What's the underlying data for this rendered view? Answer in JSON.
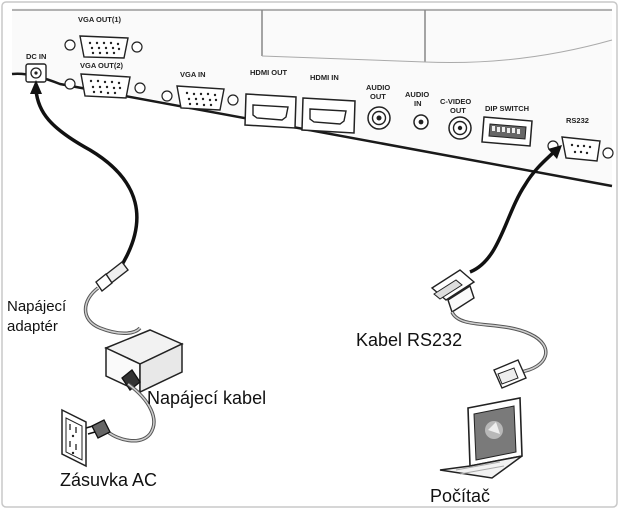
{
  "port_labels": {
    "dc_in": "DC IN",
    "vga_out1": "VGA OUT(1)",
    "vga_out2": "VGA OUT(2)",
    "vga_in": "VGA IN",
    "hdmi_out": "HDMI OUT",
    "hdmi_in": "HDMI IN",
    "audio_out_line1": "AUDIO",
    "audio_out_line2": "OUT",
    "audio_in_line1": "AUDIO",
    "audio_in_line2": "IN",
    "cvideo_line1": "C-VIDEO",
    "cvideo_line2": "OUT",
    "dip_switch": "DIP SWITCH",
    "rs232": "RS232"
  },
  "callouts": {
    "power_adapter_line1": "Napájecí",
    "power_adapter_line2": "adaptér",
    "power_cable": "Napájecí kabel",
    "rs232_cable": "Kabel RS232",
    "ac_outlet": "Zásuvka AC",
    "computer": "Počítač"
  },
  "colors": {
    "outline": "#1a1a1a",
    "panel_fill": "#f4f4f4",
    "device_fill": "#f7f7f7"
  }
}
